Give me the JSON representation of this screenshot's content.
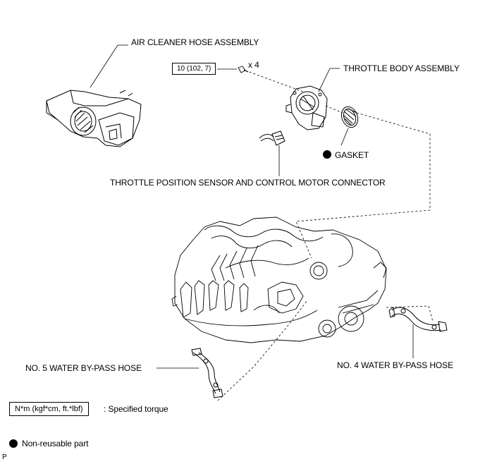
{
  "labels": {
    "air_cleaner": "AIR CLEANER HOSE ASSEMBLY",
    "throttle_body": "THROTTLE BODY ASSEMBLY",
    "gasket": "GASKET",
    "tps_connector": "THROTTLE POSITION SENSOR AND CONTROL MOTOR CONNECTOR",
    "hose_no5": "NO. 5 WATER BY-PASS HOSE",
    "hose_no4": "NO. 4 WATER BY-PASS HOSE"
  },
  "torque": {
    "value": "10 (102, 7)",
    "quantity": "x 4"
  },
  "legend": {
    "unit_box": "N*m (kgf*cm, ft.*lbf)",
    "unit_desc": ": Specified torque",
    "non_reusable": "Non-reusable part"
  },
  "corner_mark": "P",
  "colors": {
    "ink": "#000000",
    "paper": "#ffffff"
  },
  "icons": [
    "non-reusable-dot-icon",
    "bolt-icon"
  ]
}
